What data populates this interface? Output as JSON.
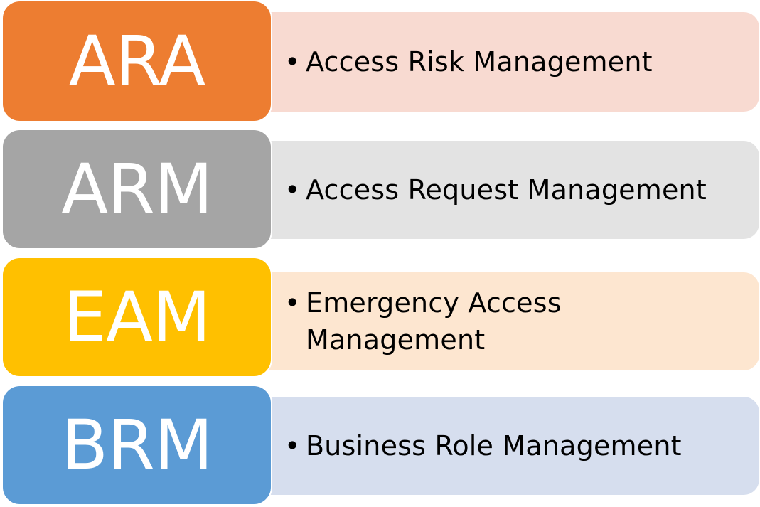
{
  "modules": [
    {
      "abbr": "ARA",
      "description": "Access Risk Management",
      "color": "#ED7D31",
      "light_color": "#F8DAD1"
    },
    {
      "abbr": "ARM",
      "description": "Access Request Management",
      "color": "#A5A5A5",
      "light_color": "#E3E3E3"
    },
    {
      "abbr": "EAM",
      "description": "Emergency Access Management",
      "color": "#FFC000",
      "light_color": "#FDE6D0"
    },
    {
      "abbr": "BRM",
      "description": "Business Role Management",
      "color": "#5B9BD5",
      "light_color": "#D6DEEE"
    }
  ]
}
